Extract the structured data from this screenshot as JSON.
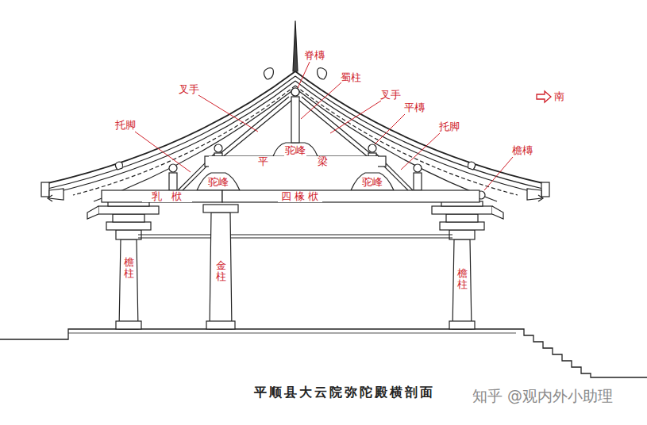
{
  "diagram": {
    "caption": "平顺县大云院弥陀殿横剖面",
    "labels": [
      "脊槫",
      "蜀柱",
      "叉手",
      "叉手",
      "平槫",
      "托脚",
      "托脚",
      "檐槫",
      "驼峰",
      "驼峰",
      "驼峰",
      "平梁",
      "乳栿",
      "四椽栿",
      "檐柱",
      "金柱",
      "檐柱",
      "南",
      "知乎 @观内外小助理"
    ]
  }
}
